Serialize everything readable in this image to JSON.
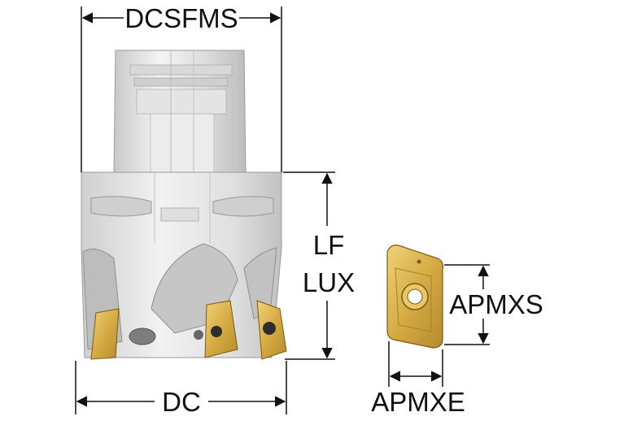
{
  "labels": {
    "dcsfms": "DCSFMS",
    "lf": "LF",
    "lux": "LUX",
    "dc": "DC",
    "apmxs": "APMXS",
    "apmxe": "APMXE"
  },
  "colors": {
    "line": "#111111",
    "body_light": "#ececec",
    "body_mid": "#d6d6d6",
    "body_dark": "#b9b9b9",
    "insert_gold": "#d9b24a",
    "insert_dark": "#a8822c"
  },
  "icons": {
    "cutter": "milling-cutter-icon",
    "insert": "cutting-insert-icon"
  }
}
